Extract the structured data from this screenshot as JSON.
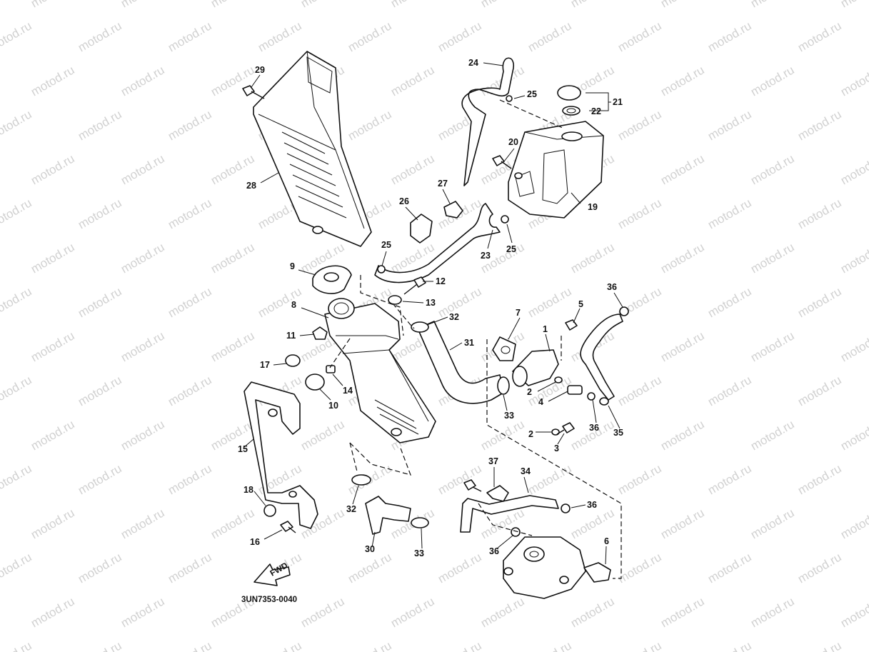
{
  "watermark_text": "motod.ru",
  "diagram_code": "3UN7353-0040",
  "fwd_label": "FWD",
  "callouts": [
    "1",
    "2",
    "3",
    "4",
    "5",
    "6",
    "7",
    "8",
    "9",
    "10",
    "11",
    "12",
    "13",
    "14",
    "15",
    "16",
    "17",
    "18",
    "19",
    "20",
    "21",
    "22",
    "23",
    "24",
    "25",
    "26",
    "27",
    "28",
    "29",
    "30",
    "31",
    "32",
    "33",
    "34",
    "35",
    "36",
    "37"
  ]
}
